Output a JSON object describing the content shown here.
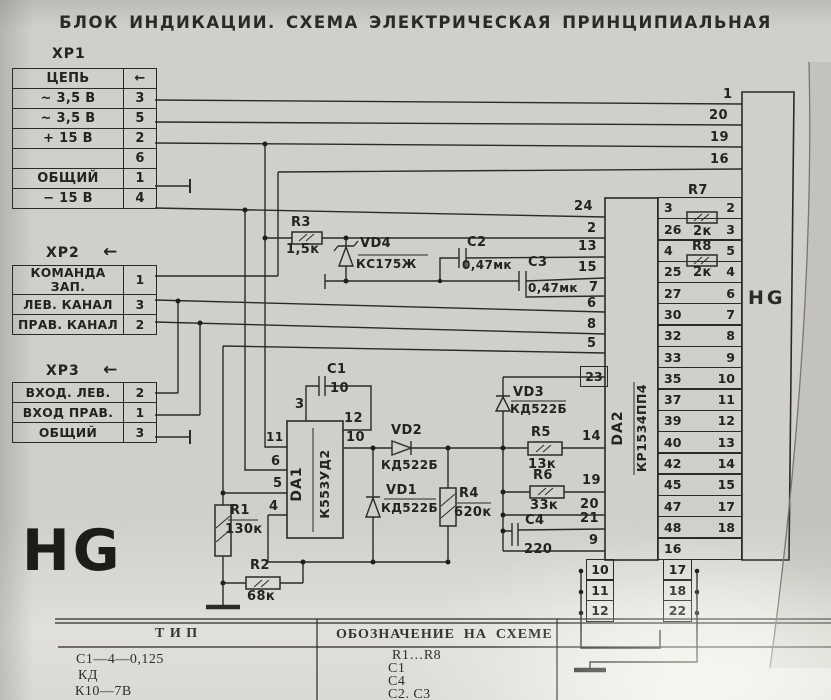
{
  "title": "БЛОК ИНДИКАЦИИ. СХЕМА ЭЛЕКТРИЧЕСКАЯ  ПРИНЦИПИАЛЬНАЯ",
  "xp1": {
    "name": "ХР1",
    "col_header": "ЦЕПЬ",
    "arrow": "←",
    "rows": [
      {
        "label": "~ 3,5 В",
        "pin": "3"
      },
      {
        "label": "~ 3,5 В",
        "pin": "5"
      },
      {
        "label": "+ 15 В",
        "pin": "2"
      },
      {
        "label": "",
        "pin": "6"
      },
      {
        "label": "ОБЩИЙ",
        "pin": "1"
      },
      {
        "label": "− 15 В",
        "pin": "4"
      }
    ]
  },
  "xp2": {
    "name": "ХР2",
    "arrow": "←",
    "rows": [
      {
        "label": "КОМАНДА ЗАП.",
        "pin": "1"
      },
      {
        "label": "ЛЕВ. КАНАЛ",
        "pin": "3"
      },
      {
        "label": "ПРАВ. КАНАЛ",
        "pin": "2"
      }
    ]
  },
  "xp3": {
    "name": "ХР3",
    "arrow": "←",
    "rows": [
      {
        "label": "ВХОД. ЛЕВ.",
        "pin": "2"
      },
      {
        "label": "ВХОД ПРАВ.",
        "pin": "1"
      },
      {
        "label": "ОБЩИЙ",
        "pin": "3"
      }
    ]
  },
  "da1": {
    "ref": "DA1",
    "type": "К553УД2",
    "pins": {
      "p3": "3",
      "p12": "12",
      "p10": "10",
      "p11": "11",
      "p6": "6",
      "p5": "5",
      "p4": "4"
    }
  },
  "da2": {
    "ref": "DA2",
    "type": "КР1534ПП4",
    "left_pins": {
      "p24": "24",
      "p2": "2",
      "p13": "13",
      "p15": "15",
      "p7": "7",
      "p6": "6",
      "p8": "8",
      "p5": "5",
      "p23": "23",
      "p14": "14",
      "p19": "19",
      "p20": "20",
      "p21": "21",
      "p9": "9"
    },
    "bottom_stacks": {
      "left": [
        "10",
        "11",
        "12"
      ],
      "right": [
        "17",
        "18",
        "22"
      ]
    }
  },
  "hg": {
    "ref": "HG",
    "top_pins": [
      "1",
      "20",
      "19",
      "16"
    ]
  },
  "hg_watermark": "HG",
  "ladder": {
    "rows": [
      {
        "l": "3",
        "r": "2"
      },
      {
        "l": "26",
        "r": "3"
      },
      {
        "l": "4",
        "r": "5"
      },
      {
        "l": "25",
        "r": "4"
      },
      {
        "l": "27",
        "r": "6"
      },
      {
        "l": "30",
        "r": "7"
      },
      {
        "l": "32",
        "r": "8"
      },
      {
        "l": "33",
        "r": "9"
      },
      {
        "l": "35",
        "r": "10"
      },
      {
        "l": "37",
        "r": "11"
      },
      {
        "l": "39",
        "r": "12"
      },
      {
        "l": "40",
        "r": "13"
      },
      {
        "l": "42",
        "r": "14"
      },
      {
        "l": "45",
        "r": "15"
      },
      {
        "l": "47",
        "r": "17"
      },
      {
        "l": "48",
        "r": "18"
      },
      {
        "l": "16",
        "r": ""
      }
    ]
  },
  "resistors": {
    "r1": {
      "ref": "R1",
      "val": "130к"
    },
    "r2": {
      "ref": "R2",
      "val": "68к"
    },
    "r3": {
      "ref": "R3",
      "val": "1,5к"
    },
    "r4": {
      "ref": "R4",
      "val": "620к"
    },
    "r5": {
      "ref": "R5",
      "val": "13к"
    },
    "r6": {
      "ref": "R6",
      "val": "33к"
    },
    "r7": {
      "ref": "R7",
      "val": "2к"
    },
    "r8": {
      "ref": "R8",
      "val": "2к"
    }
  },
  "capacitors": {
    "c1": {
      "ref": "C1",
      "val": "10"
    },
    "c2": {
      "ref": "C2",
      "val": "0,47мк"
    },
    "c3": {
      "ref": "C3",
      "val": "0,47мк"
    },
    "c4": {
      "ref": "C4",
      "val": "220"
    }
  },
  "diodes": {
    "vd1": {
      "ref": "VD1",
      "type": "КД522Б"
    },
    "vd2": {
      "ref": "VD2",
      "type": "КД522Б"
    },
    "vd3": {
      "ref": "VD3",
      "type": "КД522Б"
    },
    "vd4": {
      "ref": "VD4",
      "type": "КС175Ж"
    }
  },
  "bottom_table": {
    "col1_header": "Т И П",
    "col2_header": "ОБОЗНАЧЕНИЕ  НА  СХЕМЕ",
    "col1_rows": [
      "С1—4—0,125",
      "КД",
      "К10—7В"
    ],
    "col2_rows": [
      "R1…R8",
      "С1",
      "С4",
      "С2. С3"
    ]
  },
  "colors": {
    "paper": "#d0cfca",
    "ink": "#2b2a27"
  }
}
